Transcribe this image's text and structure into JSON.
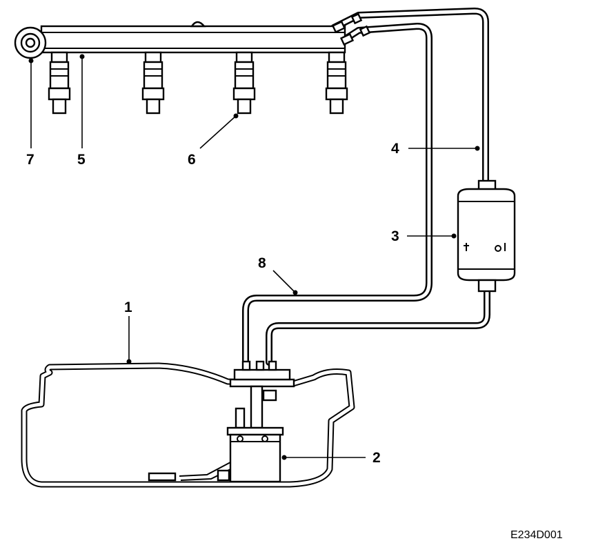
{
  "callouts": {
    "c1": "1",
    "c2": "2",
    "c3": "3",
    "c4": "4",
    "c5": "5",
    "c6": "6",
    "c7": "7",
    "c8": "8"
  },
  "figure_id": "E234D001"
}
